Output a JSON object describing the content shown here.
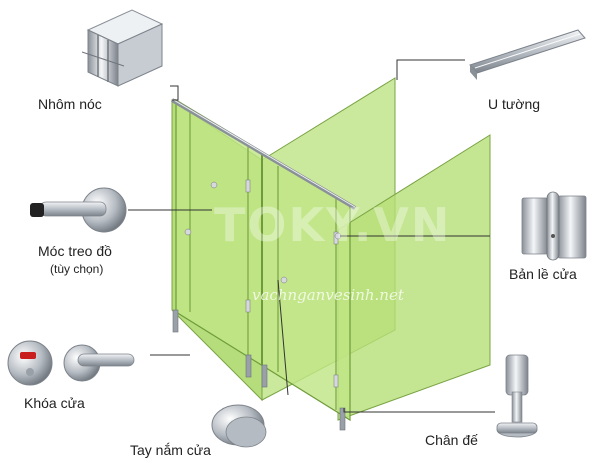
{
  "labels": {
    "roof_aluminum": "Nhôm nóc",
    "wall_u": "U tường",
    "hook": "Móc treo đồ",
    "hook_note": "(tùy chọn)",
    "hinge": "Bản lề cửa",
    "lock": "Khóa cửa",
    "base": "Chân đế",
    "handle": "Tay nắm cửa"
  },
  "watermark": {
    "logo": "TOKY.VN",
    "site": "vachnganvesinh.net"
  },
  "colors": {
    "panel": "#b7e27a",
    "panel_dark": "#8fc64e",
    "panel_edge": "#6f9b3b",
    "metal": "#c7ccd2",
    "metal_dark": "#8a9098",
    "leader": "#333333"
  },
  "icons": [
    "aluminum-profile-icon",
    "u-channel-icon",
    "coat-hook-icon",
    "hinge-icon",
    "indicator-lock-icon",
    "door-knob-icon",
    "pedestal-foot-icon"
  ]
}
